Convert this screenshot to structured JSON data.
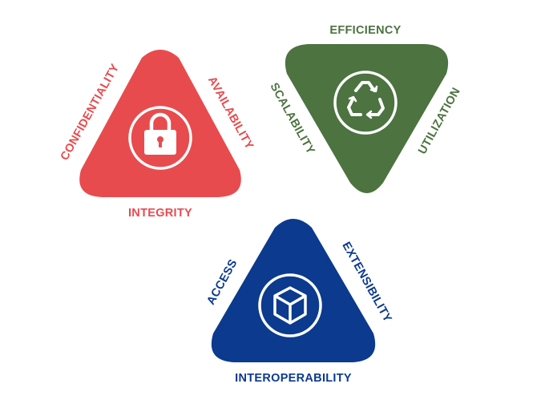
{
  "colors": {
    "red": "#e84b4e",
    "green": "#4c7340",
    "blue": "#0b3a8e",
    "icon": "#ffffff",
    "background": "#ffffff"
  },
  "triangles": [
    {
      "id": "security",
      "color": "#e84b4e",
      "icon": "padlock-icon",
      "labels": {
        "left": "CONFIDENTIALITY",
        "right": "AVAILABILITY",
        "bottom": "INTEGRITY"
      }
    },
    {
      "id": "resources",
      "color": "#4c7340",
      "icon": "recycle-icon",
      "labels": {
        "top": "EFFICIENCY",
        "left": "SCALABILITY",
        "right": "UTILIZATION"
      }
    },
    {
      "id": "integration",
      "color": "#0b3a8e",
      "icon": "cube-icon",
      "labels": {
        "left": "ACCESS",
        "right": "EXTENSIBILITY",
        "bottom": "INTEROPERABILITY"
      }
    }
  ]
}
